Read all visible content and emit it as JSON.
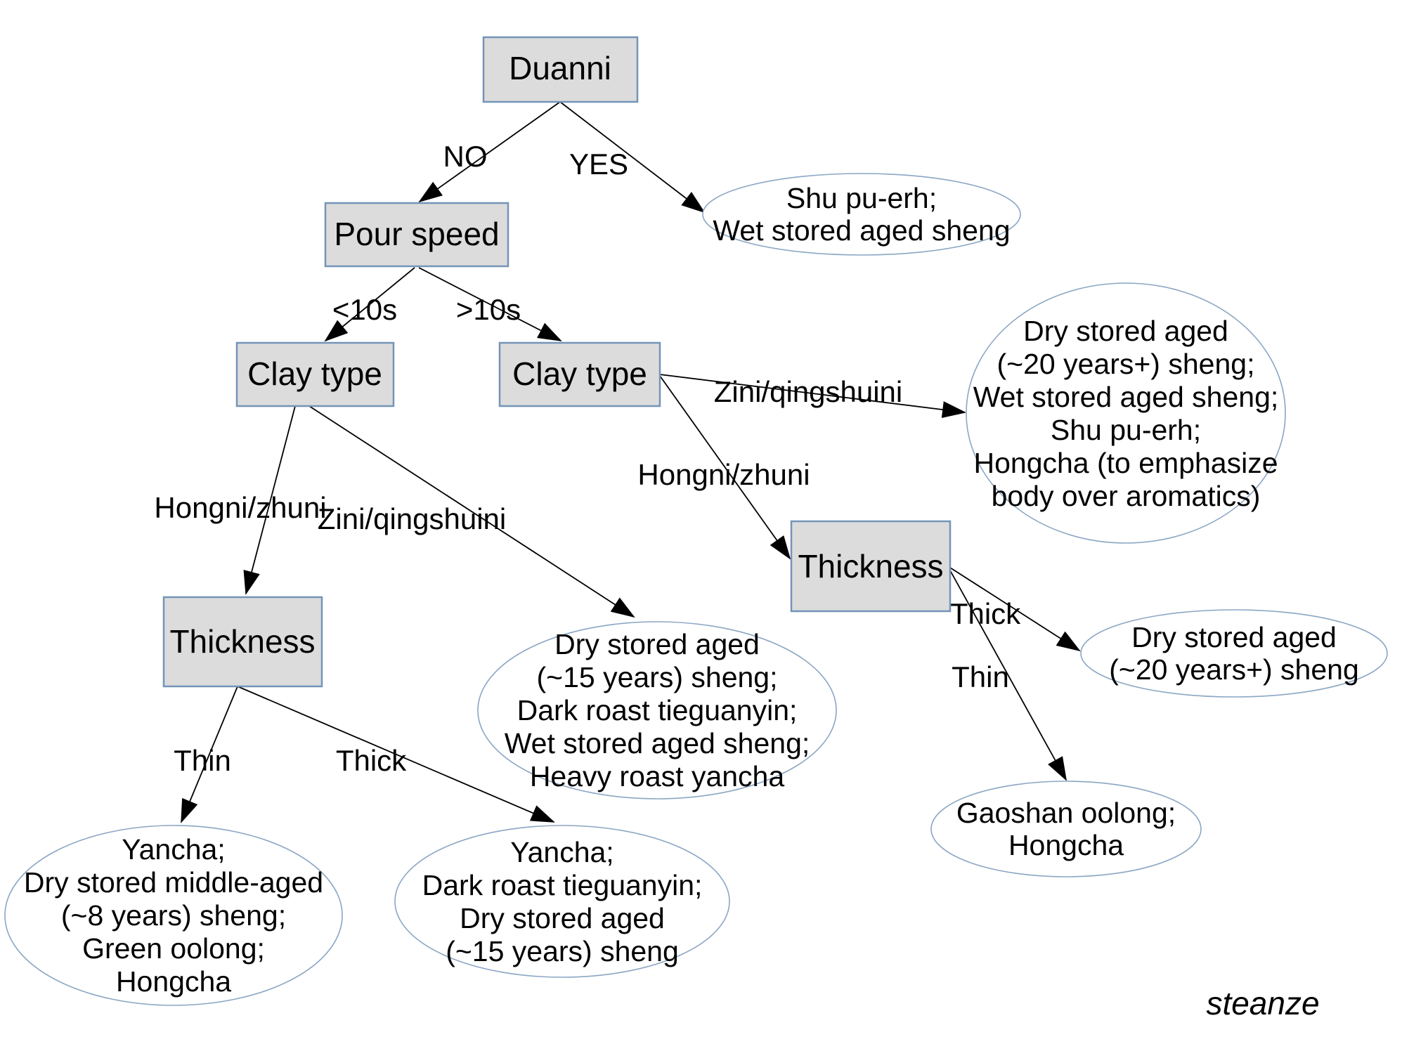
{
  "diagram": {
    "title_hint": "Yixing teapot pairing decision tree",
    "colors": {
      "background": "#ffffff",
      "node_fill": "#dcdcdc",
      "node_border": "#7494b8",
      "ellipse_border": "#8ba6c4",
      "line": "#000000"
    },
    "signature": "steanze",
    "nodes": {
      "duanni": {
        "label": "Duanni"
      },
      "pour_speed": {
        "label": "Pour speed"
      },
      "clay_left": {
        "label": "Clay type"
      },
      "clay_right": {
        "label": "Clay type"
      },
      "thickness_left": {
        "label": "Thickness"
      },
      "thickness_right": {
        "label": "Thickness"
      }
    },
    "edges": {
      "no": {
        "label": "NO"
      },
      "yes": {
        "label": "YES"
      },
      "lt10s": {
        "label": "<10s"
      },
      "gt10s": {
        "label": ">10s"
      },
      "hongni_left": {
        "label": "Hongni/zhuni"
      },
      "zini_left": {
        "label": "Zini/qingshuini"
      },
      "zini_right": {
        "label": "Zini/qingshuini"
      },
      "hongni_right": {
        "label": "Hongni/zhuni"
      },
      "thick_right": {
        "label": "Thick"
      },
      "thin_right": {
        "label": "Thin"
      },
      "thin_left": {
        "label": "Thin"
      },
      "thick_left": {
        "label": "Thick"
      }
    },
    "outcomes": {
      "shu_wet": {
        "lines": [
          "Shu pu-erh;",
          "Wet stored aged sheng"
        ]
      },
      "dry20_full": {
        "lines": [
          "Dry stored aged",
          "(~20 years+) sheng;",
          "Wet stored aged sheng;",
          "Shu pu-erh;",
          "Hongcha (to emphasize",
          "body over aromatics)"
        ]
      },
      "dry15_mix": {
        "lines": [
          "Dry stored aged",
          "(~15 years) sheng;",
          "Dark roast tieguanyin;",
          "Wet stored aged sheng;",
          "Heavy roast yancha"
        ]
      },
      "dry20": {
        "lines": [
          "Dry stored aged",
          "(~20 years+) sheng"
        ]
      },
      "gaoshan": {
        "lines": [
          "Gaoshan oolong;",
          "Hongcha"
        ]
      },
      "yancha_mid": {
        "lines": [
          "Yancha;",
          "Dry stored middle-aged",
          "(~8 years) sheng;",
          "Green oolong;",
          "Hongcha"
        ]
      },
      "yancha_dark": {
        "lines": [
          "Yancha;",
          "Dark roast tieguanyin;",
          "Dry stored aged",
          "(~15 years) sheng"
        ]
      }
    }
  }
}
